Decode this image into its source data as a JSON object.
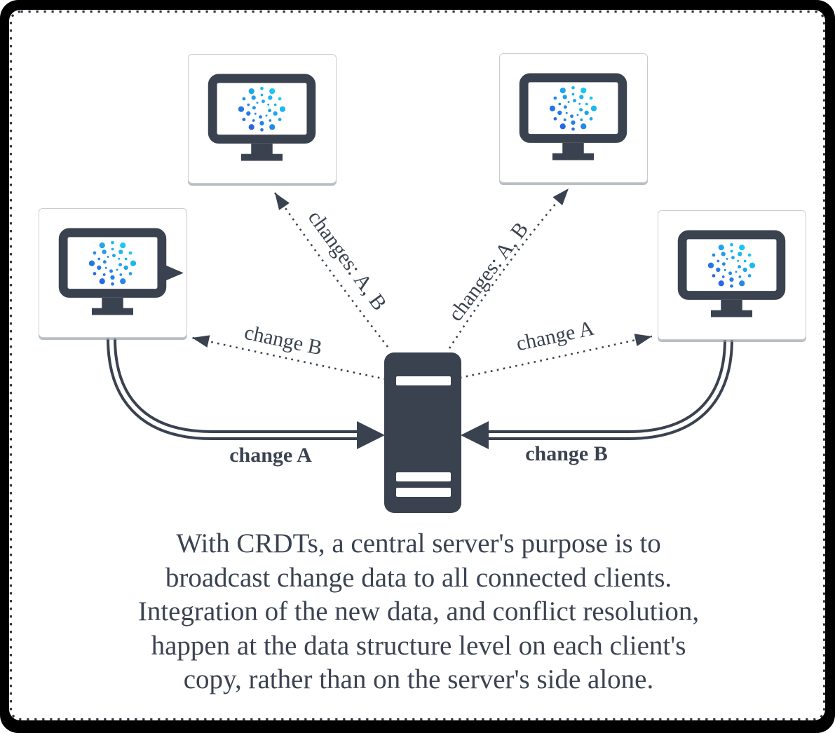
{
  "panel": {
    "background": "#ffffff",
    "frame_color": "#000000",
    "dashed_border_color": "#2e3540"
  },
  "colors": {
    "dark": "#3a4250",
    "logo_blue": "#2a59e0",
    "logo_cyan": "#18d5f5",
    "text": "#3b4351",
    "card_border": "#c9cdd3"
  },
  "clients": [
    {
      "position": "top-left",
      "icon": "monitor-dots-icon"
    },
    {
      "position": "top-right",
      "icon": "monitor-dots-icon"
    },
    {
      "position": "left",
      "icon": "monitor-dots-speech-icon"
    },
    {
      "position": "right",
      "icon": "monitor-dots-icon"
    }
  ],
  "server": {
    "icon": "server-tower-icon"
  },
  "arrows": {
    "broadcast_left": {
      "label": "changes: A, B",
      "style": "dotted"
    },
    "broadcast_right": {
      "label": "changes: A, B",
      "style": "dotted"
    },
    "to_left_client": {
      "label": "change B",
      "style": "dotted"
    },
    "to_right_client": {
      "label": "change A",
      "style": "dotted"
    },
    "from_left_client": {
      "label": "change A",
      "style": "solid-double"
    },
    "from_right_client": {
      "label": "change B",
      "style": "solid-double"
    }
  },
  "caption": {
    "lines": [
      "With CRDTs, a central server's purpose is to",
      "broadcast change data to all connected clients.",
      "Integration of the new data, and conflict resolution,",
      "happen at the data structure level on each client's",
      "copy, rather than on the server's side alone."
    ]
  }
}
